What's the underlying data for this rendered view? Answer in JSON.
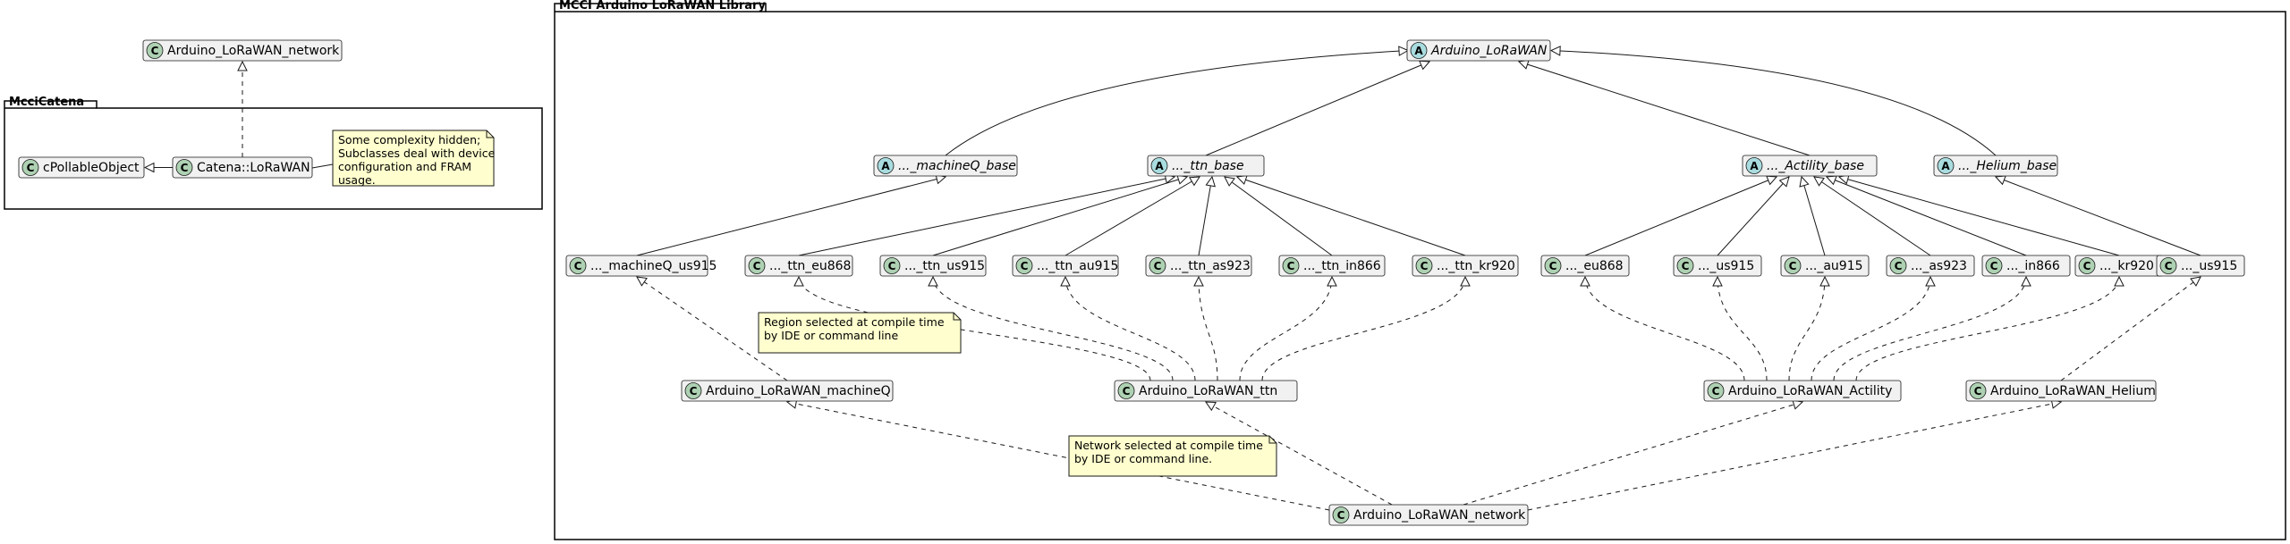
{
  "packages": {
    "mcci_catena": "McciCatena",
    "lorawan_lib": "MCCI Arduino LoRaWAN Library"
  },
  "stereotypes": {
    "class": "C",
    "abstract": "A"
  },
  "colors": {
    "class_bg": "#f1f1f1",
    "class_border": "#181818",
    "class_circle": "#add1b2",
    "abstract_circle": "#a9dcdf",
    "note_bg": "#fefece",
    "note_border": "#181818"
  },
  "classes": {
    "network_top": "Arduino_LoRaWAN_network",
    "pollable": "cPollableObject",
    "catena_lorawan": "Catena::LoRaWAN",
    "lorawan_base": "Arduino_LoRaWAN",
    "machineq_base": "..._machineQ_base",
    "ttn_base": "..._ttn_base",
    "actility_base": "..._Actility_base",
    "helium_base": "..._Helium_base",
    "machineq_us915": "..._machineQ_us915",
    "ttn_eu868": "..._ttn_eu868",
    "ttn_us915": "..._ttn_us915",
    "ttn_au915": "..._ttn_au915",
    "ttn_as923": "..._ttn_as923",
    "ttn_in866": "..._ttn_in866",
    "ttn_kr920": "..._ttn_kr920",
    "act_eu868": "..._eu868",
    "act_us915": "..._us915",
    "act_au915": "..._au915",
    "act_as923": "..._as923",
    "act_in866": "..._in866",
    "act_kr920": "..._kr920",
    "helium_us915": "..._us915",
    "lorawan_machineq": "Arduino_LoRaWAN_machineQ",
    "lorawan_ttn": "Arduino_LoRaWAN_ttn",
    "lorawan_actility": "Arduino_LoRaWAN_Actility",
    "lorawan_helium": "Arduino_LoRaWAN_Helium",
    "network_bottom": "Arduino_LoRaWAN_network"
  },
  "notes": {
    "complexity": [
      "Some complexity hidden;",
      "Subclasses deal with device",
      "configuration and FRAM",
      "usage."
    ],
    "region": [
      "Region selected at compile time",
      "by IDE or command line"
    ],
    "network": [
      "Network selected at compile time",
      "by IDE or command line."
    ]
  }
}
